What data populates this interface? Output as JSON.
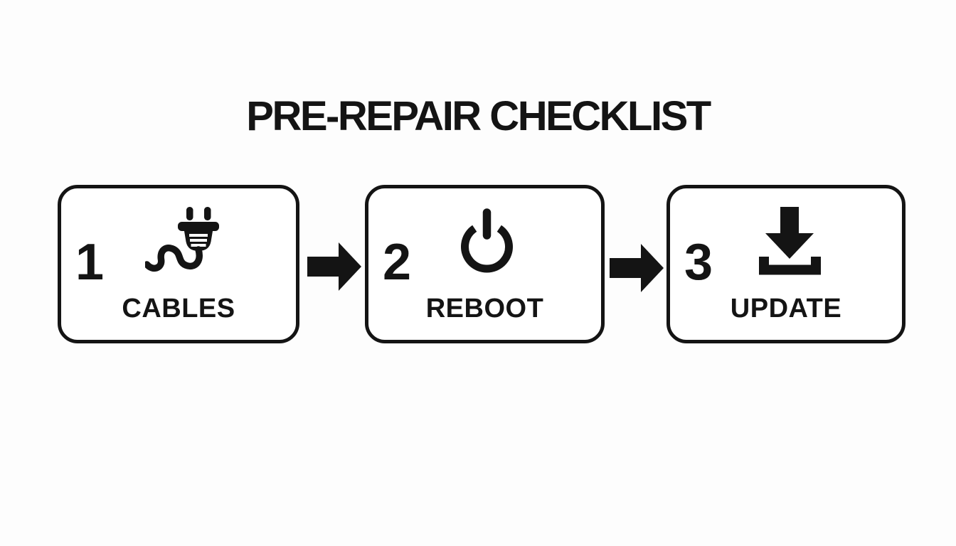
{
  "title": "PRE-REPAIR CHECKLIST",
  "steps": [
    {
      "number": "1",
      "label": "CABLES",
      "icon": "power-plug-icon"
    },
    {
      "number": "2",
      "label": "REBOOT",
      "icon": "power-button-icon"
    },
    {
      "number": "3",
      "label": "UPDATE",
      "icon": "download-icon"
    }
  ],
  "connectors": [
    {
      "icon": "arrow-right-icon"
    },
    {
      "icon": "arrow-right-icon"
    }
  ],
  "colors": {
    "ink": "#141414",
    "background": "#fdfdfd",
    "box_background": "#ffffff"
  }
}
